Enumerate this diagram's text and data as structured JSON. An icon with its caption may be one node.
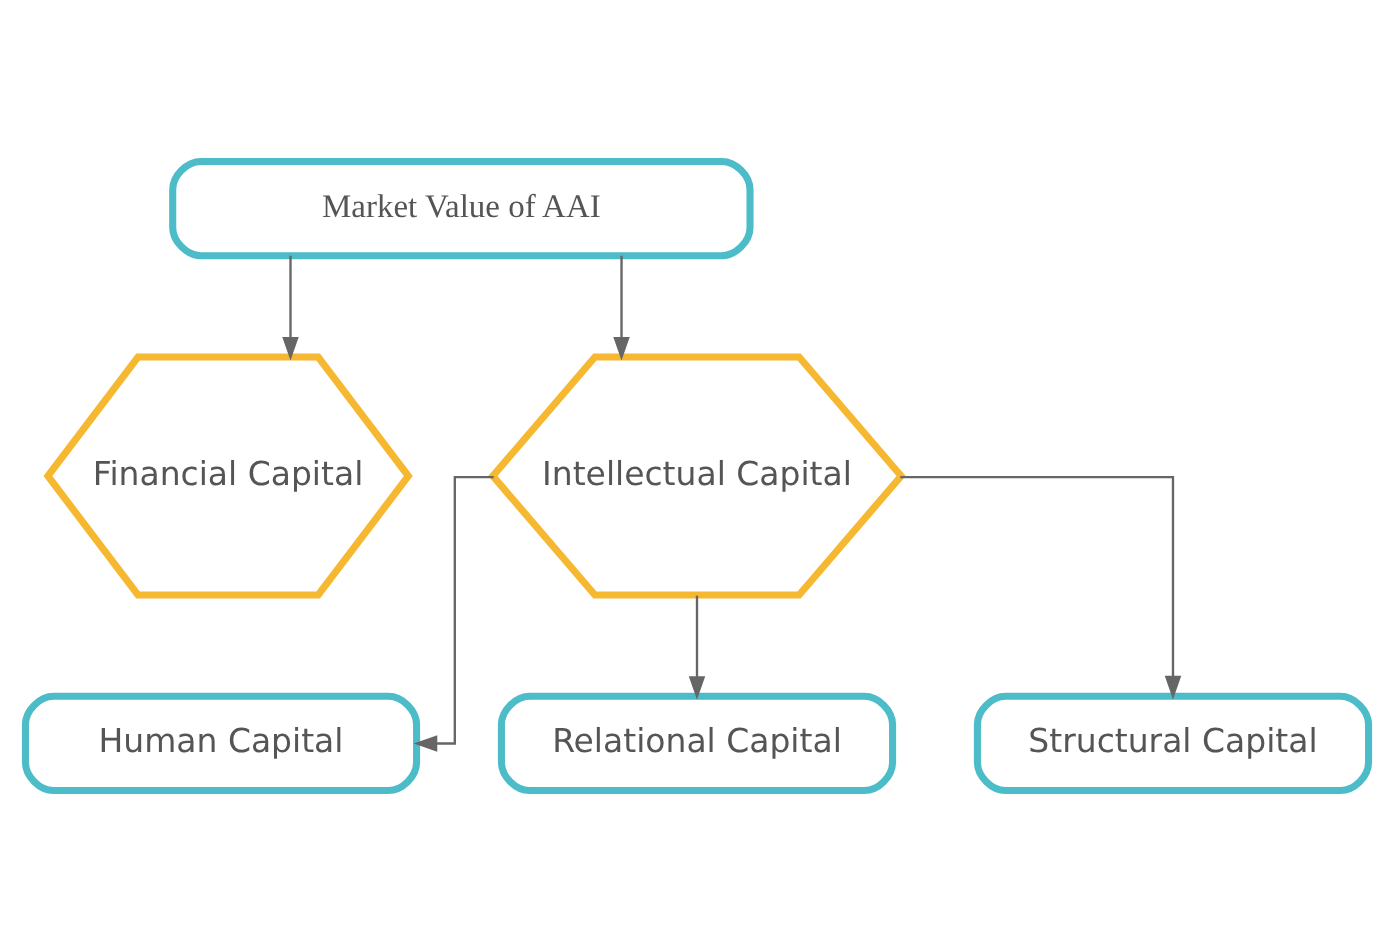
{
  "diagram": {
    "nodes": [
      {
        "text": [
          "Market Value of AAI"
        ]
      },
      {
        "text": [
          "Financial Capital"
        ]
      },
      {
        "text": [
          "Intellectual Capital"
        ]
      },
      {
        "text": [
          "Human Capital"
        ]
      },
      {
        "text": [
          "Relational Capital"
        ]
      },
      {
        "text": [
          "Structural Capital"
        ]
      }
    ],
    "edges": [
      {
        "from": 0,
        "to": 1,
        "arrow": "to"
      },
      {
        "from": 0,
        "to": 2,
        "arrow": "to"
      },
      {
        "from": 2,
        "to": 3,
        "arrow": "to"
      },
      {
        "from": 2,
        "to": 4,
        "arrow": "to"
      },
      {
        "from": 2,
        "to": 5,
        "arrow": "to"
      }
    ]
  }
}
